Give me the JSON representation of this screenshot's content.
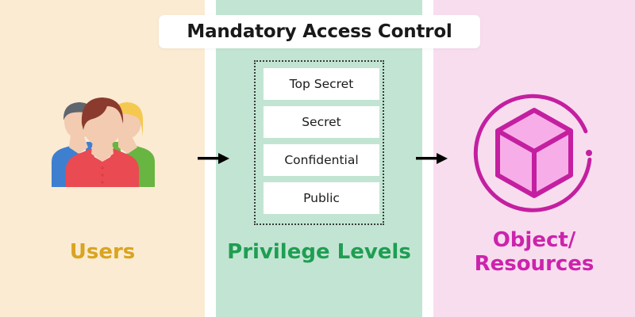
{
  "title": {
    "text": "Mandatory Access Control"
  },
  "colors": {
    "panel_users_bg": "#fbebd2",
    "panel_privilege_bg": "#c2e5d3",
    "panel_object_bg": "#f8ddef",
    "users_label": "#d9a420",
    "privilege_label": "#1f9e52",
    "object_label": "#cc23ac",
    "title_text": "#191919",
    "arrow": "#000000",
    "dotted_border": "#3a3a3a",
    "level_box_bg": "#ffffff"
  },
  "columns": {
    "users": {
      "label": "Users",
      "icon": "users-group-icon",
      "icon_colors": {
        "person_left_shirt": "#3f7fd0",
        "person_left_hair": "#5f666e",
        "person_center_shirt": "#ea4a51",
        "person_center_hair": "#8a3b2e",
        "person_right_shirt": "#68b542",
        "person_right_hair": "#f5c950",
        "skin": "#f3cbb0"
      }
    },
    "privilege": {
      "label": "Privilege Levels",
      "levels": [
        {
          "label": "Top Secret"
        },
        {
          "label": "Secret"
        },
        {
          "label": "Confidential"
        },
        {
          "label": "Public"
        }
      ]
    },
    "object": {
      "label_line1": "Object/",
      "label_line2": "Resources",
      "icon": "cube-in-ring-icon",
      "icon_colors": {
        "stroke": "#c41fa0",
        "cube_fill": "#f7aee8"
      }
    }
  },
  "arrows": [
    {
      "name": "users-to-privilege",
      "direction": "right"
    },
    {
      "name": "privilege-to-object",
      "direction": "right"
    }
  ]
}
